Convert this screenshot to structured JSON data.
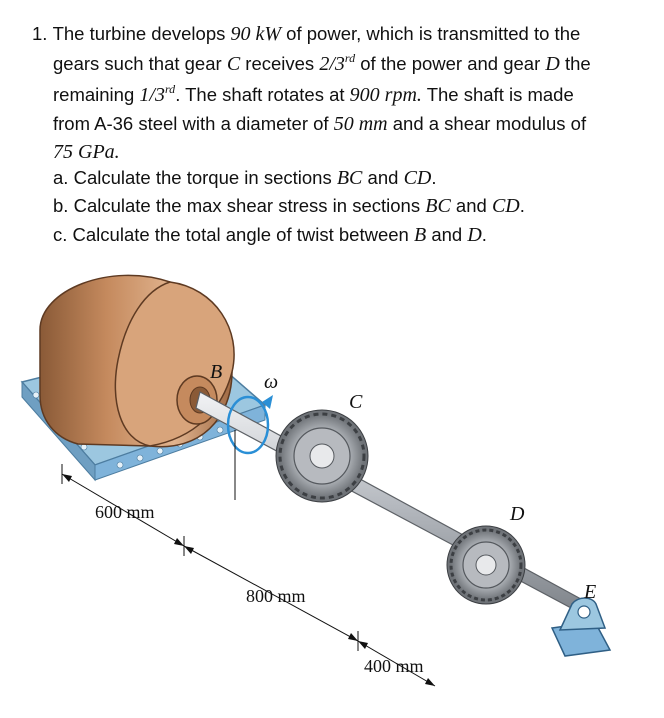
{
  "problem": {
    "number": "1.",
    "t1": "The turbine develops ",
    "power": "90 kW",
    "t2": " of power, which is transmitted to the",
    "t3": "gears such that gear ",
    "gear_c": "C",
    "t4": " receives ",
    "frac1": "2/3",
    "sup1": "rd",
    "t5": " of the power and gear ",
    "gear_d": "D",
    "t6": " the",
    "t7": "remaining ",
    "frac2": "1/3",
    "sup2": "rd",
    "t8": ". The shaft rotates at ",
    "speed": "900 rpm.",
    "t9": " The shaft is made",
    "t10": "from A-36 steel with a diameter of ",
    "diameter": "50 mm",
    "t11": " and a shear modulus of",
    "modulus": "75 GPa.",
    "parts": [
      {
        "label": "a.",
        "text": "Calculate the torque in sections ",
        "v1": "BC",
        "mid": " and ",
        "v2": "CD",
        "end": "."
      },
      {
        "label": "b.",
        "text": "Calculate the max shear stress in sections ",
        "v1": "BC",
        "mid": " and ",
        "v2": "CD",
        "end": "."
      },
      {
        "label": "c.",
        "text": "Calculate the total angle of twist between ",
        "v1": "B",
        "mid": " and ",
        "v2": "D",
        "end": "."
      }
    ]
  },
  "figure": {
    "labels": {
      "B": "B",
      "C": "C",
      "D": "D",
      "E": "E",
      "omega": "ω"
    },
    "dimensions": [
      "600 mm",
      "800 mm",
      "400 mm"
    ],
    "colors": {
      "turbine": "#c58a5e",
      "turbine_dark": "#8a5a37",
      "base": "#9cc7e0",
      "shaft": "#c9ccd0",
      "gear": "#a0a3a8",
      "bearing": "#7fb3da"
    }
  }
}
